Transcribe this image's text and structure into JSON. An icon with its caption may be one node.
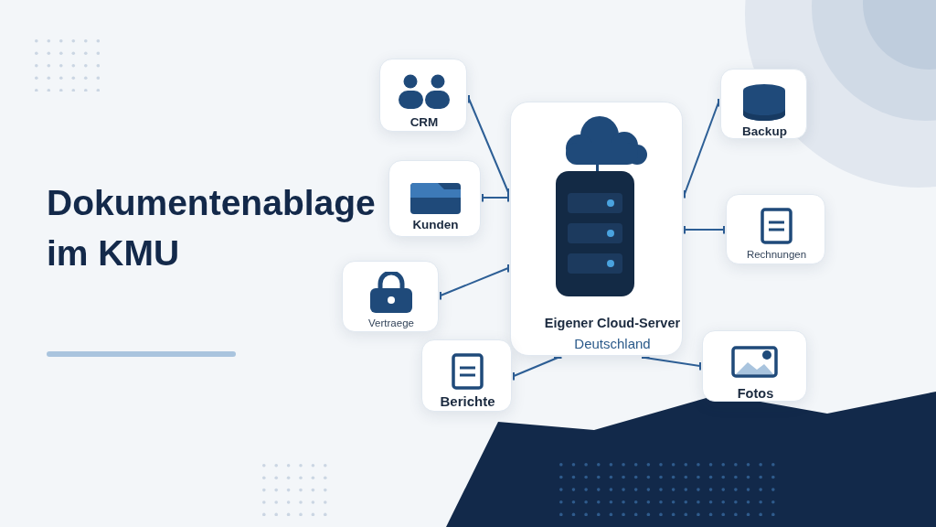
{
  "diagram": {
    "title": "Dokumentenablage im KMU",
    "nodes": [
      {
        "text": [
          "Eigener Cloud-Server",
          "Deutschland"
        ]
      },
      {
        "text": [
          "CRM"
        ]
      },
      {
        "text": [
          "Kunden"
        ]
      },
      {
        "text": [
          "Vertraege"
        ]
      },
      {
        "text": [
          "Berichte"
        ]
      },
      {
        "text": [
          "Backup"
        ]
      },
      {
        "text": [
          "Rechnungen"
        ]
      },
      {
        "text": [
          "Fotos"
        ]
      }
    ],
    "edges": [
      {
        "from": 0,
        "to": 1,
        "arrow": "other"
      },
      {
        "from": 0,
        "to": 2,
        "arrow": "other"
      },
      {
        "from": 0,
        "to": 3,
        "arrow": "other"
      },
      {
        "from": 0,
        "to": 4,
        "arrow": "other"
      },
      {
        "from": 0,
        "to": 5,
        "arrow": "other"
      },
      {
        "from": 0,
        "to": 6,
        "arrow": "other"
      },
      {
        "from": 0,
        "to": 7,
        "arrow": "other"
      }
    ]
  }
}
